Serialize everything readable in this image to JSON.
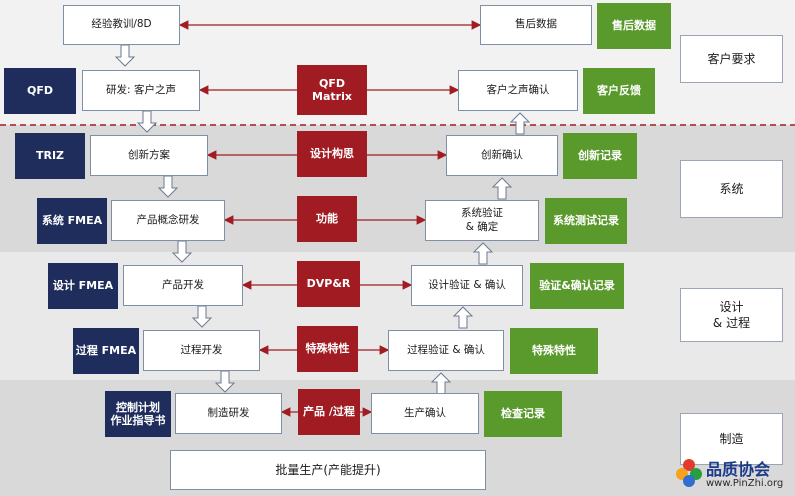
{
  "left_chain": {
    "experience": "经验教训/8D",
    "voc": "研发: 客户之声",
    "innovation": "创新方案",
    "concept": "产品概念研发",
    "product_dev": "产品开发",
    "process_dev": "过程开发",
    "mfg_dev": "制造研发"
  },
  "right_chain": {
    "aftersales": "售后数据",
    "voc_confirm": "客户之声确认",
    "innovation_confirm": "创新确认",
    "system_verify": "系统验证\n& 确定",
    "design_verify": "设计验证 & 确认",
    "process_verify": "过程验证 & 确认",
    "production_confirm": "生产确认"
  },
  "inputs": {
    "qfd": "QFD",
    "triz": "TRIZ",
    "system_fmea": "系统 FMEA",
    "design_fmea": "设计 FMEA",
    "process_fmea": "过程 FMEA",
    "control_plan": "控制计划\n作业指导书"
  },
  "links": {
    "qfd_matrix": "QFD\nMatrix",
    "design_concept": "设计构思",
    "function": "功能",
    "dvpr": "DVP&R",
    "special_char": "特殊特性",
    "product_process": "产品 /过程"
  },
  "records": {
    "aftersales_data": "售后数据",
    "customer_feedback": "客户反馈",
    "innovation_record": "创新记录",
    "system_test_record": "系统测试记录",
    "verify_record": "验证&确认记录",
    "special_char": "特殊特性",
    "inspection_record": "检查记录"
  },
  "bottom": {
    "mass_production": "批量生产(产能提升)"
  },
  "stages": {
    "customer_req": "客户要求",
    "system": "系统",
    "design_process": "设计\n& 过程",
    "manufacturing": "制造"
  },
  "logo": {
    "name": "品质协会",
    "url": "www.PinZhi.org"
  },
  "colors": {
    "navy": "#1f2d5c",
    "red": "#a01c22",
    "green": "#5a9a2c",
    "band_gray": "#d9d9d9",
    "band_light": "#e9e9e9"
  }
}
